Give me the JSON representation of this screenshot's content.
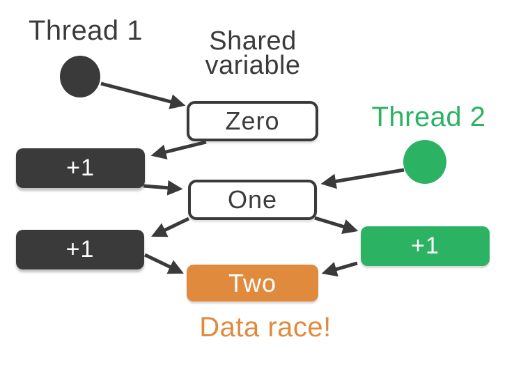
{
  "labels": {
    "thread1": "Thread 1",
    "thread2": "Thread 2",
    "shared_variable": "Shared variable",
    "data_race": "Data race!"
  },
  "nodes": {
    "zero": "Zero",
    "one": "One",
    "two": "Two",
    "thread1_increment_first": "+1",
    "thread1_increment_second": "+1",
    "thread2_increment": "+1"
  },
  "icons": {
    "thread1_dot": "filled-circle",
    "thread2_dot": "filled-circle",
    "arrowhead": "solid-triangle"
  },
  "colors": {
    "thread1_dark": "#3a3a3a",
    "thread2_green": "#2bb263",
    "race_orange": "#e08a3e",
    "text_dark": "#3b3b3b",
    "state_box_background": "#ffffff"
  }
}
